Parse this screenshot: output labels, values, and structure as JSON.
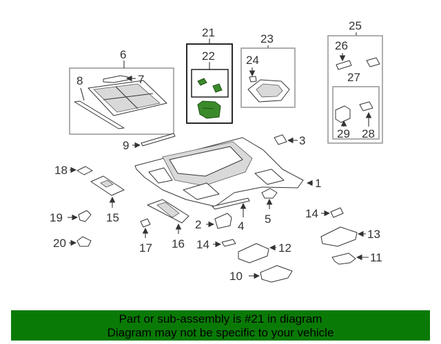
{
  "diagram": {
    "callouts": {
      "c1": "1",
      "c2": "2",
      "c3": "3",
      "c4": "4",
      "c5": "5",
      "c6": "6",
      "c7": "7",
      "c8": "8",
      "c9": "9",
      "c10": "10",
      "c11": "11",
      "c12": "12",
      "c13": "13",
      "c14a": "14",
      "c14b": "14",
      "c15": "15",
      "c16": "16",
      "c17": "17",
      "c18": "18",
      "c19": "19",
      "c20": "20",
      "c21": "21",
      "c22": "22",
      "c23": "23",
      "c24": "24",
      "c25": "25",
      "c26": "26",
      "c27": "27",
      "c28": "28",
      "c29": "29"
    },
    "highlight_color": "#3a8a2a"
  },
  "banner": {
    "line1": "Part or sub-assembly is #21 in diagram",
    "line2": "Diagram may not be specific to your vehicle",
    "color": "#0a7a06"
  }
}
